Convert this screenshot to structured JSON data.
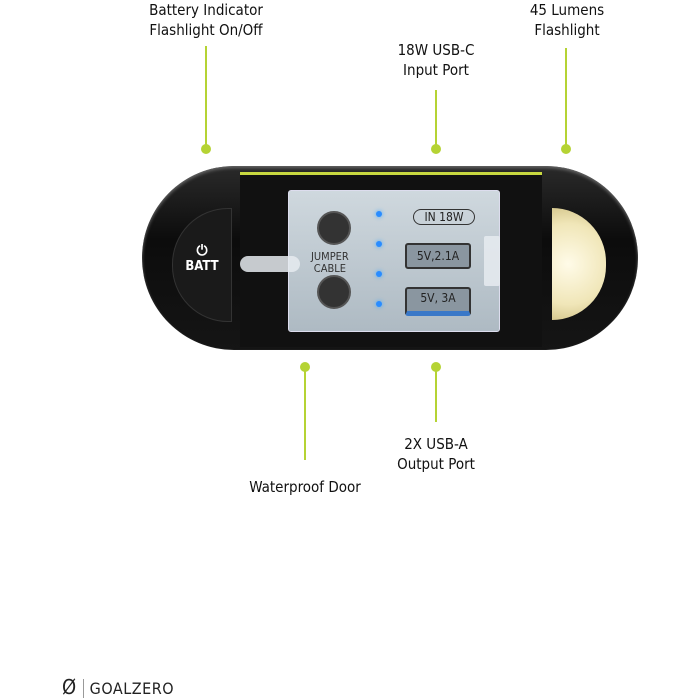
{
  "callouts": {
    "battery": {
      "line1": "Battery Indicator",
      "line2": "Flashlight On/Off"
    },
    "usbc": {
      "line1": "18W USB-C",
      "line2": "Input Port"
    },
    "lumens": {
      "line1": "45 Lumens",
      "line2": "Flashlight"
    },
    "door": {
      "line1": "Waterproof Door"
    },
    "usba": {
      "line1": "2X USB-A",
      "line2": "Output Port"
    }
  },
  "device": {
    "button_label": "BATT",
    "power_icon": "⏻",
    "jumper": "JUMPER",
    "cable": "CABLE",
    "port_in": "IN 18W",
    "port_a1": "5V,2.1A",
    "port_a2": "5V, 3A"
  },
  "brand": {
    "name": "GOALZERO",
    "symbol": "Ø"
  },
  "colors": {
    "accent": "#b5d334",
    "led": "#2a8cff"
  }
}
